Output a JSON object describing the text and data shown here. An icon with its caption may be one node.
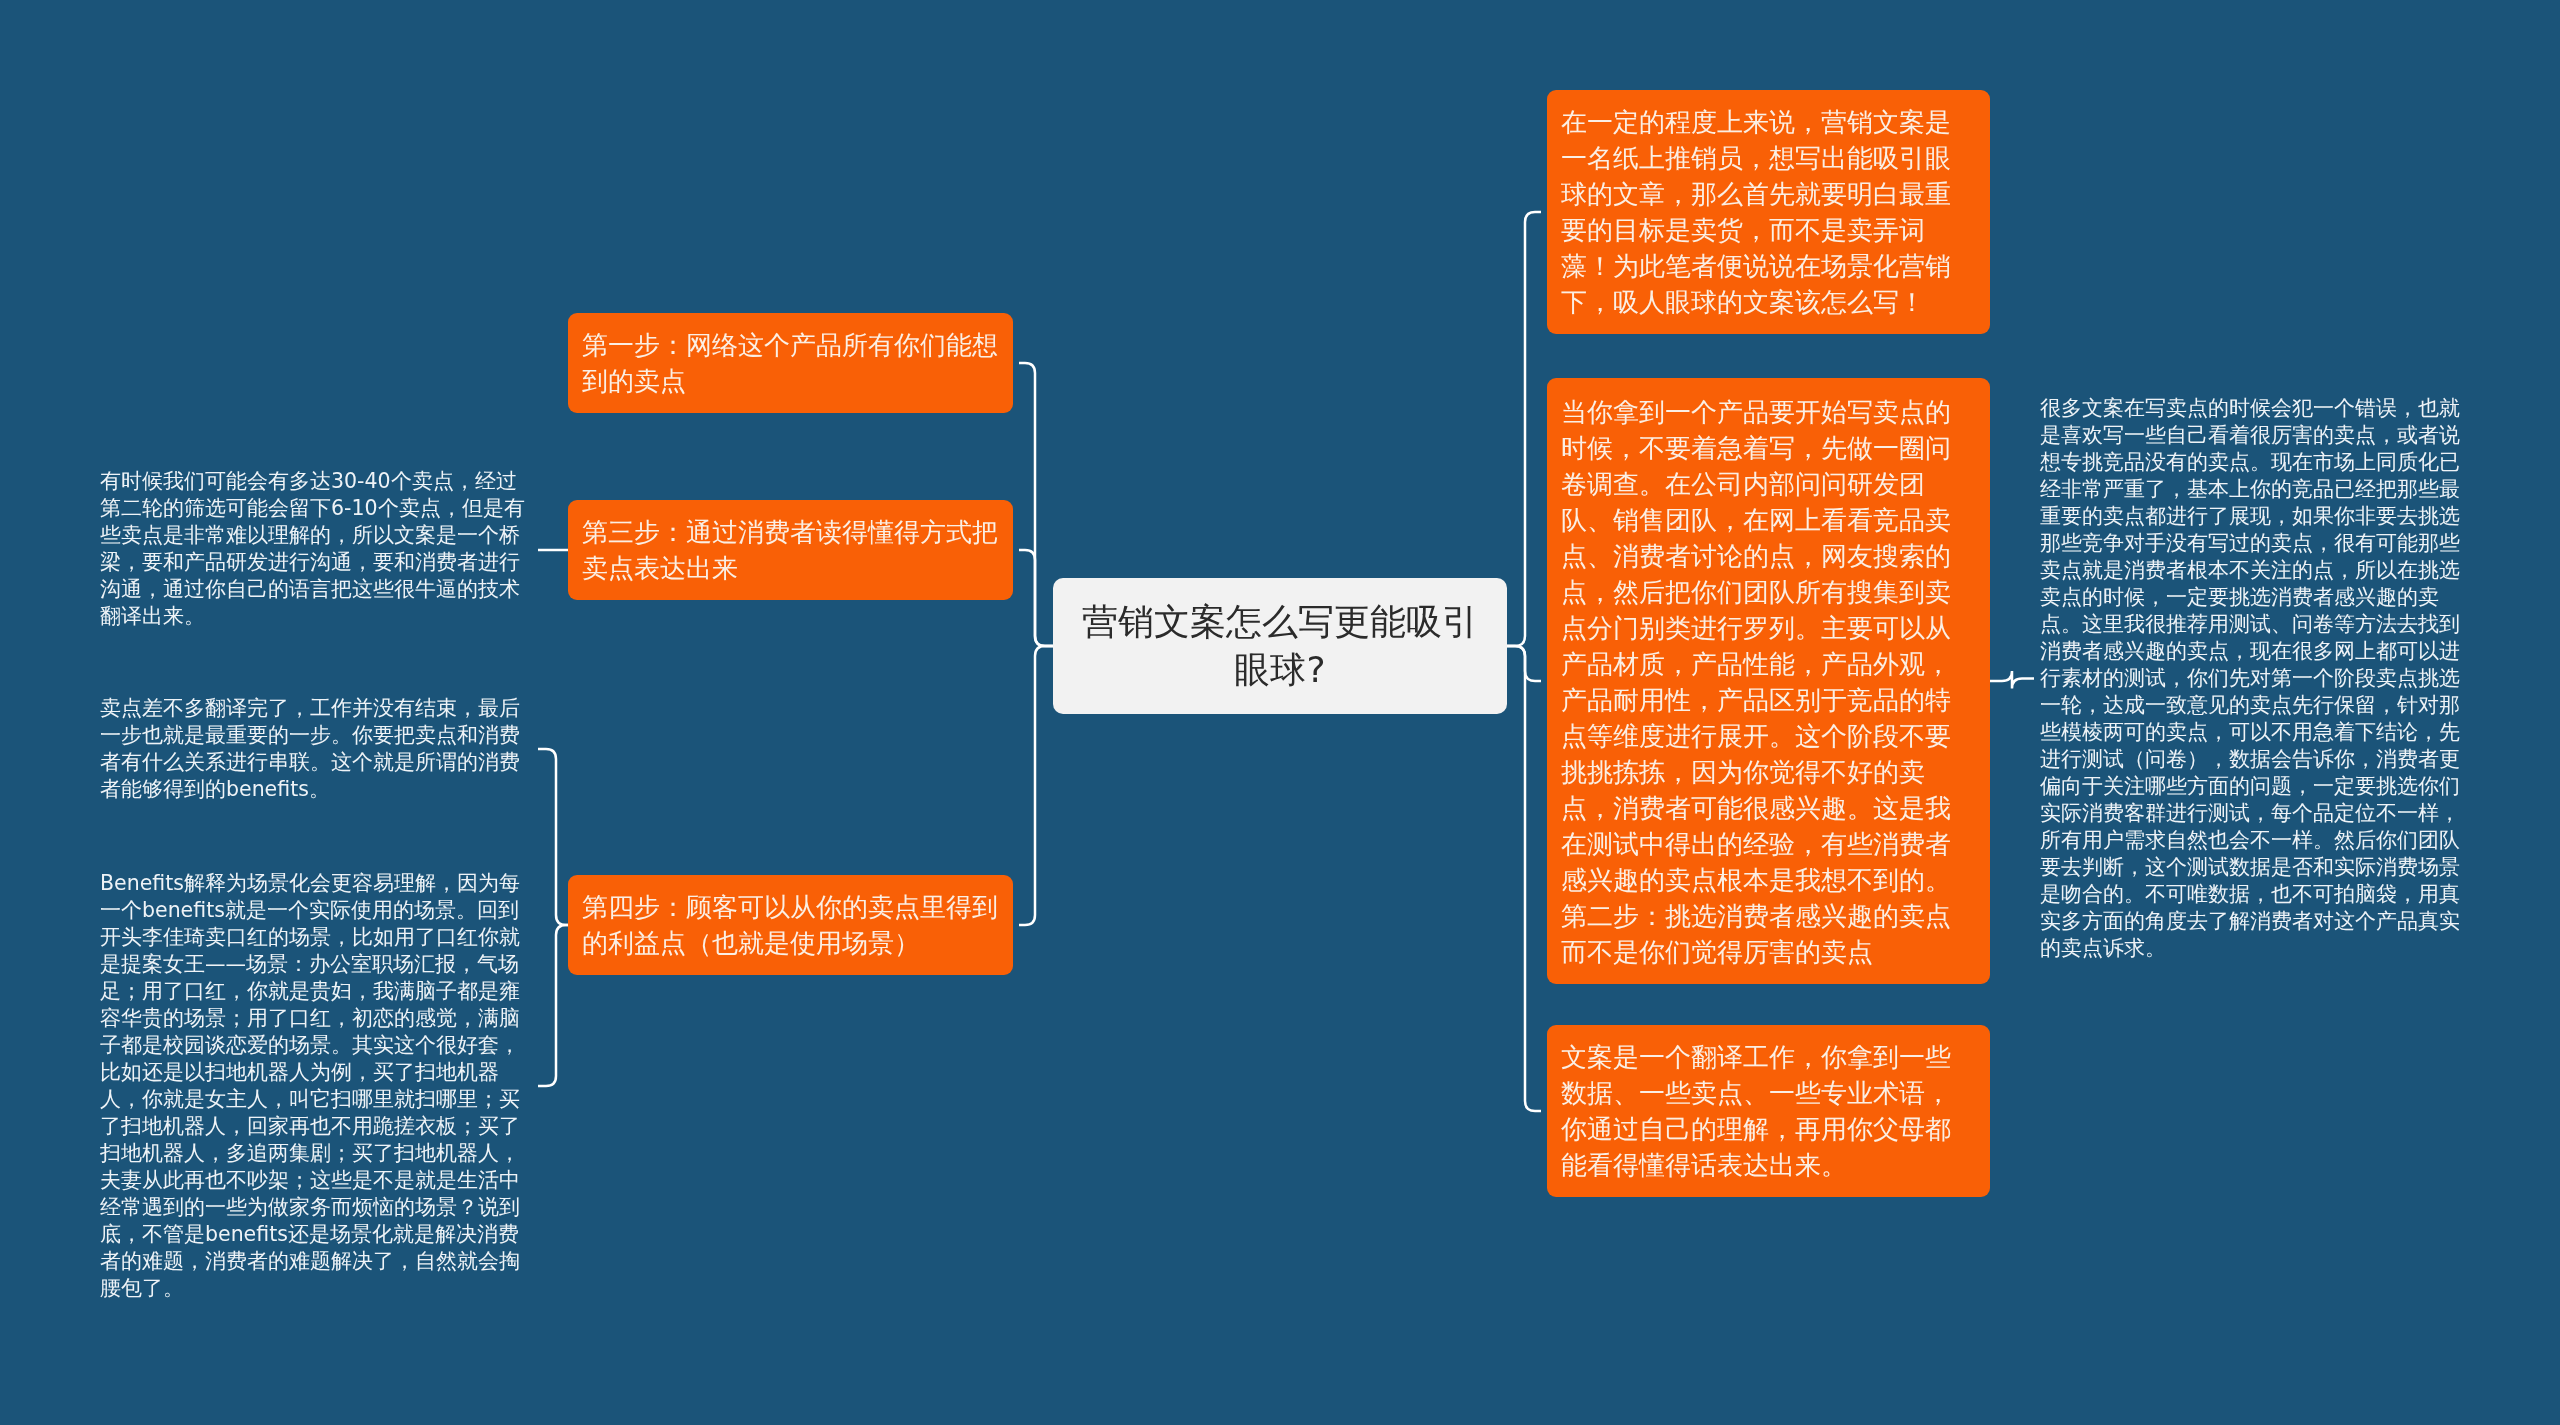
{
  "diagram": {
    "nodes": [
      {
        "text": [
          "营销文案怎么写更能吸引眼球?"
        ]
      },
      {
        "text": [
          "第一步：网络这个产品所有你们能想到的卖点"
        ]
      },
      {
        "text": [
          "第三步：通过消费者读得懂得方式把卖点表达出来"
        ]
      },
      {
        "text": [
          "有时候我们可能会有多达30-40个卖点，经过第二轮的筛选可能会留下6-10个卖点，但是有些卖点是非常难以理解的，所以文案是一个桥梁，要和产品研发进行沟通，要和消费者进行沟通，通过你自己的语言把这些很牛逼的技术翻译出来。"
        ]
      },
      {
        "text": [
          "第四步：顾客可以从你的卖点里得到的利益点（也就是使用场景）"
        ]
      },
      {
        "text": [
          "卖点差不多翻译完了，工作并没有结束，最后一步也就是最重要的一步。你要把卖点和消费者有什么关系进行串联。这个就是所谓的消费者能够得到的benefits。"
        ]
      },
      {
        "text": [
          "Benefits解释为场景化会更容易理解，因为每一个benefits就是一个实际使用的场景。回到开头李佳琦卖口红的场景，比如用了口红你就是提案女王——场景：办公室职场汇报，气场足；用了口红，你就是贵妇，我满脑子都是雍容华贵的场景；用了口红，初恋的感觉，满脑子都是校园谈恋爱的场景。其实这个很好套，比如还是以扫地机器人为例，买了扫地机器人，你就是女主人，叫它扫哪里就扫哪里；买了扫地机器人，回家再也不用跪搓衣板；买了扫地机器人，多追两集剧；买了扫地机器人，夫妻从此再也不吵架；这些是不是就是生活中经常遇到的一些为做家务而烦恼的场景？说到底，不管是benefits还是场景化就是解决消费者的难题，消费者的难题解决了，自然就会掏腰包了。"
        ]
      },
      {
        "text": [
          "在一定的程度上来说，营销文案是一名纸上推销员，想写出能吸引眼球的文章，那么首先就要明白最重要的目标是卖货，而不是卖弄词藻！为此笔者便说说在场景化营销下，吸人眼球的文案该怎么写！"
        ]
      },
      {
        "text": [
          "当你拿到一个产品要开始写卖点的时候，不要着急着写，先做一圈问卷调查。在公司内部问问研发团队、销售团队，在网上看看竞品卖点、消费者讨论的点，网友搜索的点，然后把你们团队所有搜集到卖点分门别类进行罗列。主要可以从产品材质，产品性能，产品外观，产品耐用性，产品区别于竞品的特点等维度进行展开。这个阶段不要挑挑拣拣，因为你觉得不好的卖点，消费者可能很感兴趣。这是我在测试中得出的经验，有些消费者感兴趣的卖点根本是我想不到的。第二步：挑选消费者感兴趣的卖点而不是你们觉得厉害的卖点"
        ]
      },
      {
        "text": [
          "很多文案在写卖点的时候会犯一个错误，也就是喜欢写一些自己看着很厉害的卖点，或者说想专挑竞品没有的卖点。现在市场上同质化已经非常严重了，基本上你的竞品已经把那些最重要的卖点都进行了展现，如果你非要去挑选那些竞争对手没有写过的卖点，很有可能那些卖点就是消费者根本不关注的点，所以在挑选卖点的时候，一定要挑选消费者感兴趣的卖点。这里我很推荐用测试、问卷等方法去找到消费者感兴趣的卖点，现在很多网上都可以进行素材的测试，你们先对第一个阶段卖点挑选一轮，达成一致意见的卖点先行保留，针对那些模棱两可的卖点，可以不用急着下结论，先进行测试（问卷），数据会告诉你，消费者更偏向于关注哪些方面的问题，一定要挑选你们实际消费客群进行测试，每个品定位不一样，所有用户需求自然也会不一样。然后你们团队要去判断，这个测试数据是否和实际消费场景是吻合的。不可唯数据，也不可拍脑袋，用真实多方面的角度去了解消费者对这个产品真实的卖点诉求。"
        ]
      },
      {
        "text": [
          "文案是一个翻译工作，你拿到一些数据、一些卖点、一些专业术语，你通过自己的理解，再用你父母都能看得懂得话表达出来。"
        ]
      }
    ],
    "edges": [
      {
        "from": 0,
        "to": 1,
        "arrow": "none"
      },
      {
        "from": 0,
        "to": 2,
        "arrow": "none"
      },
      {
        "from": 2,
        "to": 3,
        "arrow": "none"
      },
      {
        "from": 0,
        "to": 4,
        "arrow": "none"
      },
      {
        "from": 4,
        "to": 5,
        "arrow": "none"
      },
      {
        "from": 4,
        "to": 6,
        "arrow": "none"
      },
      {
        "from": 0,
        "to": 7,
        "arrow": "none"
      },
      {
        "from": 0,
        "to": 8,
        "arrow": "none"
      },
      {
        "from": 8,
        "to": 9,
        "arrow": "none"
      },
      {
        "from": 0,
        "to": 10,
        "arrow": "none"
      }
    ]
  }
}
